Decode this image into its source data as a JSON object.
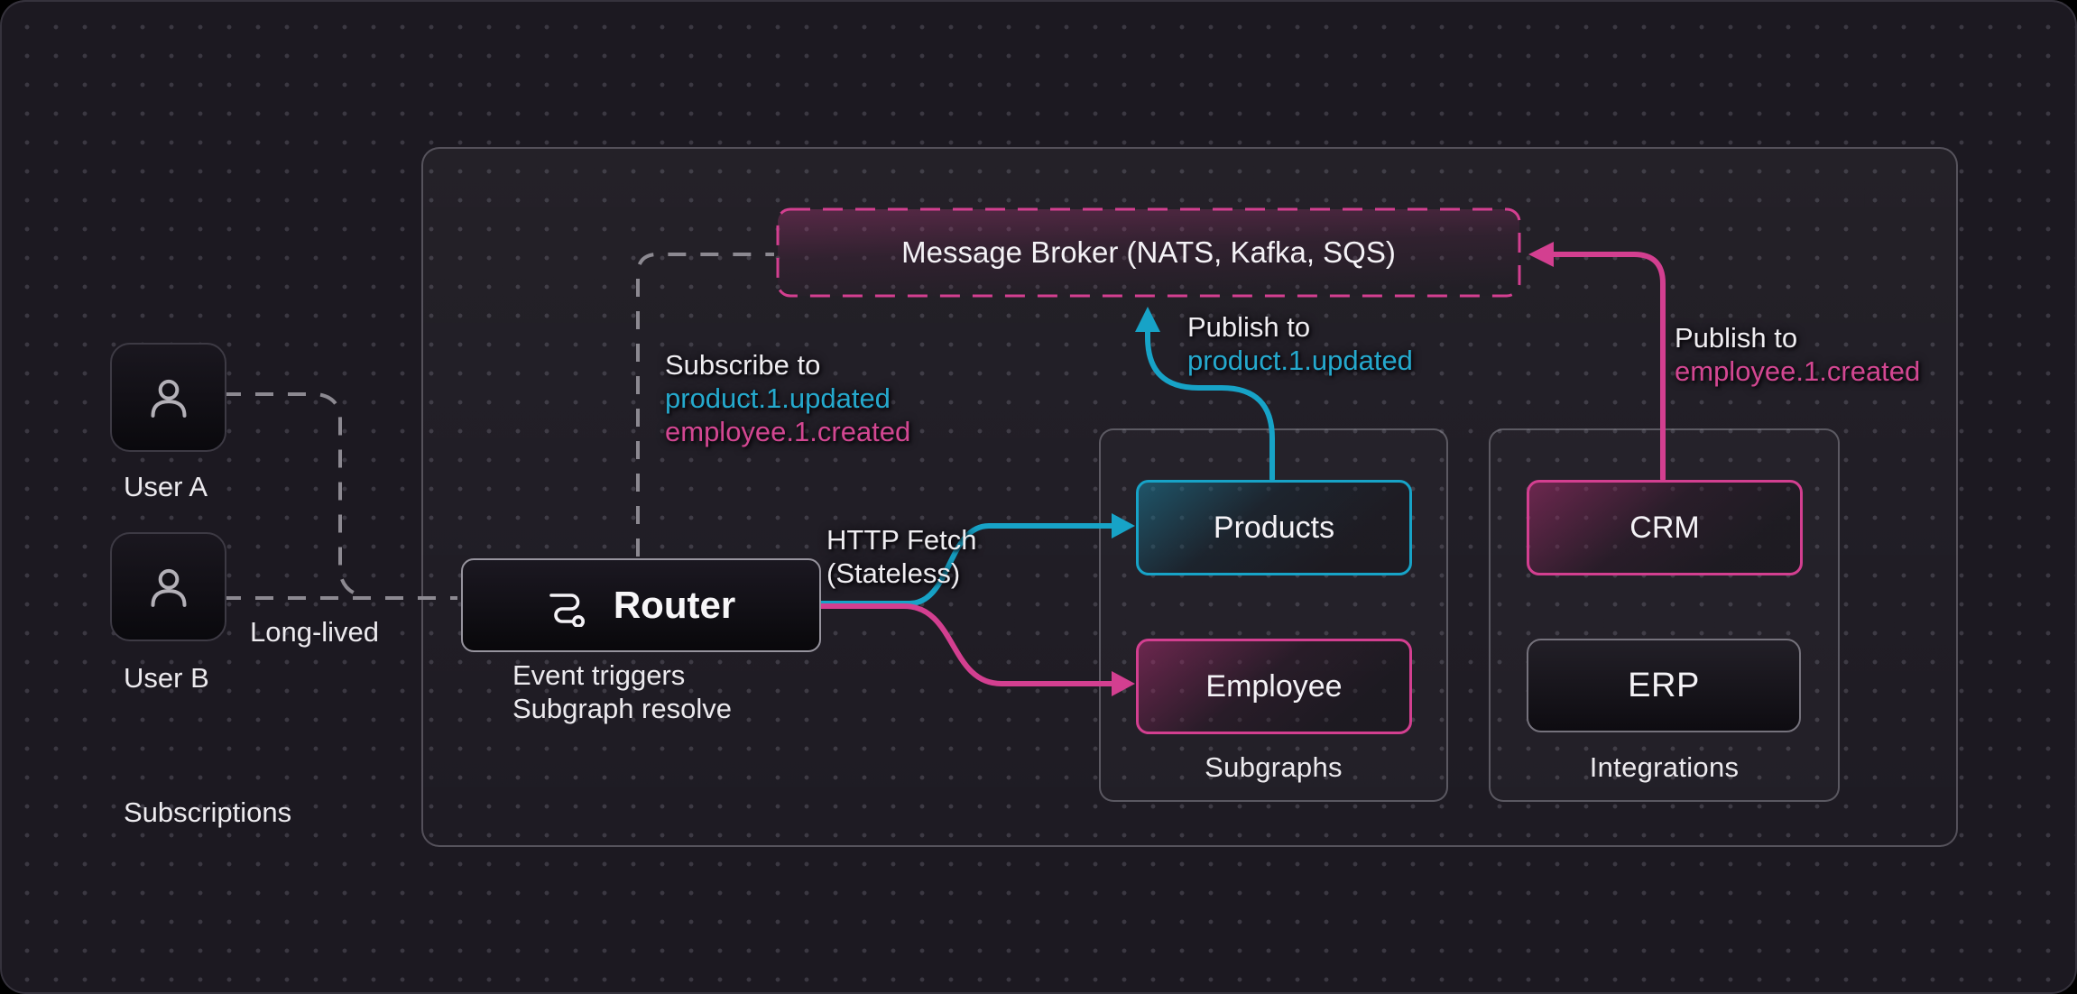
{
  "colors": {
    "accent_teal": "#17a3c7",
    "accent_pink": "#d33f90",
    "dashed_gray": "#8c8991",
    "background": "#1c1921",
    "text": "#efedf1"
  },
  "broker": {
    "label": "Message Broker (NATS, Kafka, SQS)"
  },
  "router": {
    "label": "Router",
    "annotation_line1": "Event triggers",
    "annotation_line2": "Subgraph resolve"
  },
  "users": {
    "user_a_label": "User A",
    "user_b_label": "User B",
    "long_lived_label": "Long-lived",
    "section_label": "Subscriptions"
  },
  "subgraphs": {
    "label": "Subgraphs",
    "nodes": [
      "Products",
      "Employee"
    ]
  },
  "integrations": {
    "label": "Integrations",
    "nodes": [
      "CRM",
      "ERP"
    ]
  },
  "notes": {
    "subscribe": {
      "line1": "Subscribe to",
      "line2": "product.1.updated",
      "line3": "employee.1.created"
    },
    "http_fetch": {
      "line1": "HTTP Fetch",
      "line2": "(Stateless)"
    },
    "publish_product": {
      "line1": "Publish to",
      "line2": "product.1.updated"
    },
    "publish_employee": {
      "line1": "Publish to",
      "line2": "employee.1.created"
    }
  }
}
